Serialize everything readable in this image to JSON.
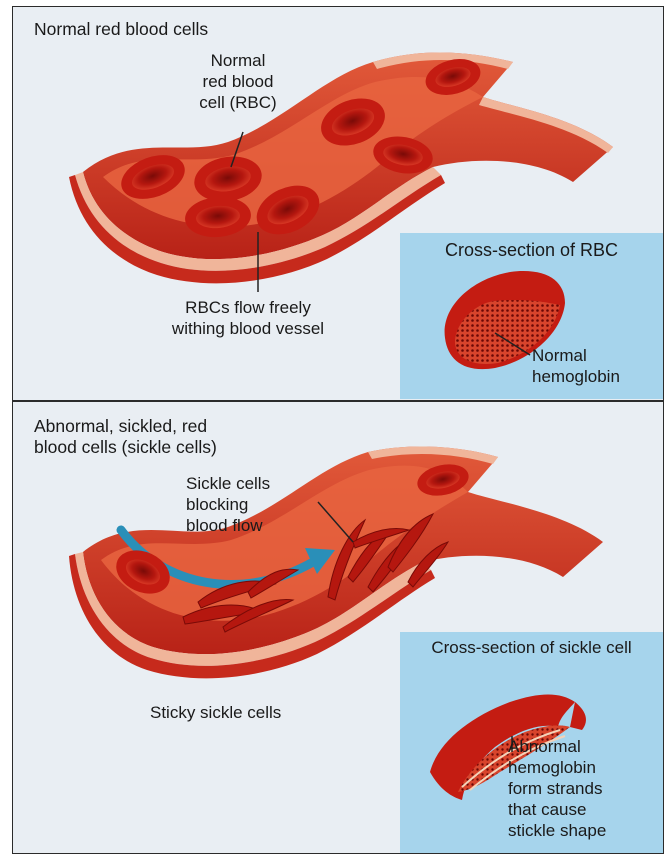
{
  "top_panel": {
    "title": "Normal red blood cells",
    "rbc_label_lines": [
      "Normal",
      "red blood",
      "cell (RBC)"
    ],
    "flow_label_lines": [
      "RBCs flow freely",
      "withing blood vessel"
    ],
    "cross_section_title": "Cross-section of RBC",
    "hemoglobin_label_lines": [
      "Normal",
      "hemoglobin"
    ]
  },
  "bottom_panel": {
    "title_lines": [
      "Abnormal, sickled, red",
      "blood cells (sickle cells)"
    ],
    "blocking_label_lines": [
      "Sickle cells",
      "blocking",
      "blood flow"
    ],
    "sticky_label": "Sticky sickle cells",
    "cross_section_title": "Cross-section of sickle cell",
    "hemoglobin_label_lines": [
      "Abnormal",
      "hemoglobin",
      "form strands",
      "that cause",
      "stickle shape"
    ]
  },
  "colors": {
    "vessel_outer": "#c62a1c",
    "vessel_inner": "#d9442c",
    "vessel_wall": "#f0b59a",
    "rbc": "#b5170f",
    "panel_bg": "#e9eef3",
    "cross_section_bg": "#a6d4ec",
    "flow_arrow": "#2a8fb8"
  }
}
